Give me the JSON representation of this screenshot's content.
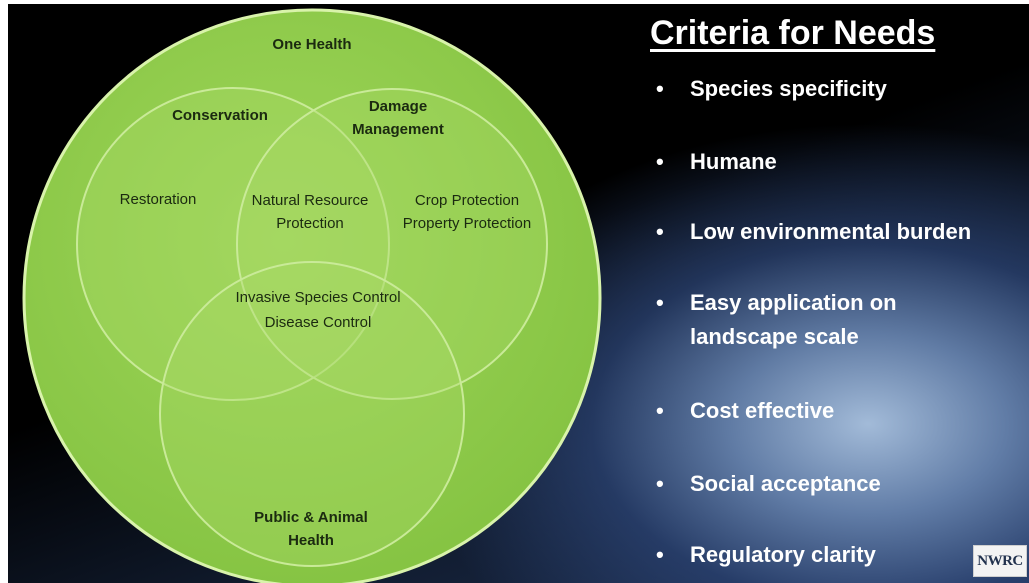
{
  "venn": {
    "outer_label": "One Health",
    "circles": {
      "conservation": "Conservation",
      "damage_line1": "Damage",
      "damage_line2": "Management",
      "health_line1": "Public & Animal",
      "health_line2": "Health"
    },
    "regions": {
      "restoration": "Restoration",
      "natural_line1": "Natural Resource",
      "natural_line2": "Protection",
      "crop": "Crop Protection",
      "property": "Property Protection",
      "invasive": "Invasive Species Control",
      "disease": "Disease Control"
    },
    "colors": {
      "outer_fill": "#8fcc4a",
      "outer_stroke": "#d8f2a8",
      "inner_fill": "#a6d962",
      "inner_stroke": "#c8ea98"
    }
  },
  "criteria": {
    "title": "Criteria for Needs",
    "bullet": "•",
    "items": [
      {
        "lines": [
          "Species specificity"
        ]
      },
      {
        "lines": [
          "Humane"
        ]
      },
      {
        "lines": [
          "Low environmental burden"
        ]
      },
      {
        "lines": [
          "Easy application on",
          "landscape scale"
        ]
      },
      {
        "lines": [
          "Cost effective"
        ]
      },
      {
        "lines": [
          "Social acceptance"
        ]
      },
      {
        "lines": [
          "Regulatory clarity"
        ]
      }
    ]
  },
  "logo": {
    "text": "NWRC"
  }
}
